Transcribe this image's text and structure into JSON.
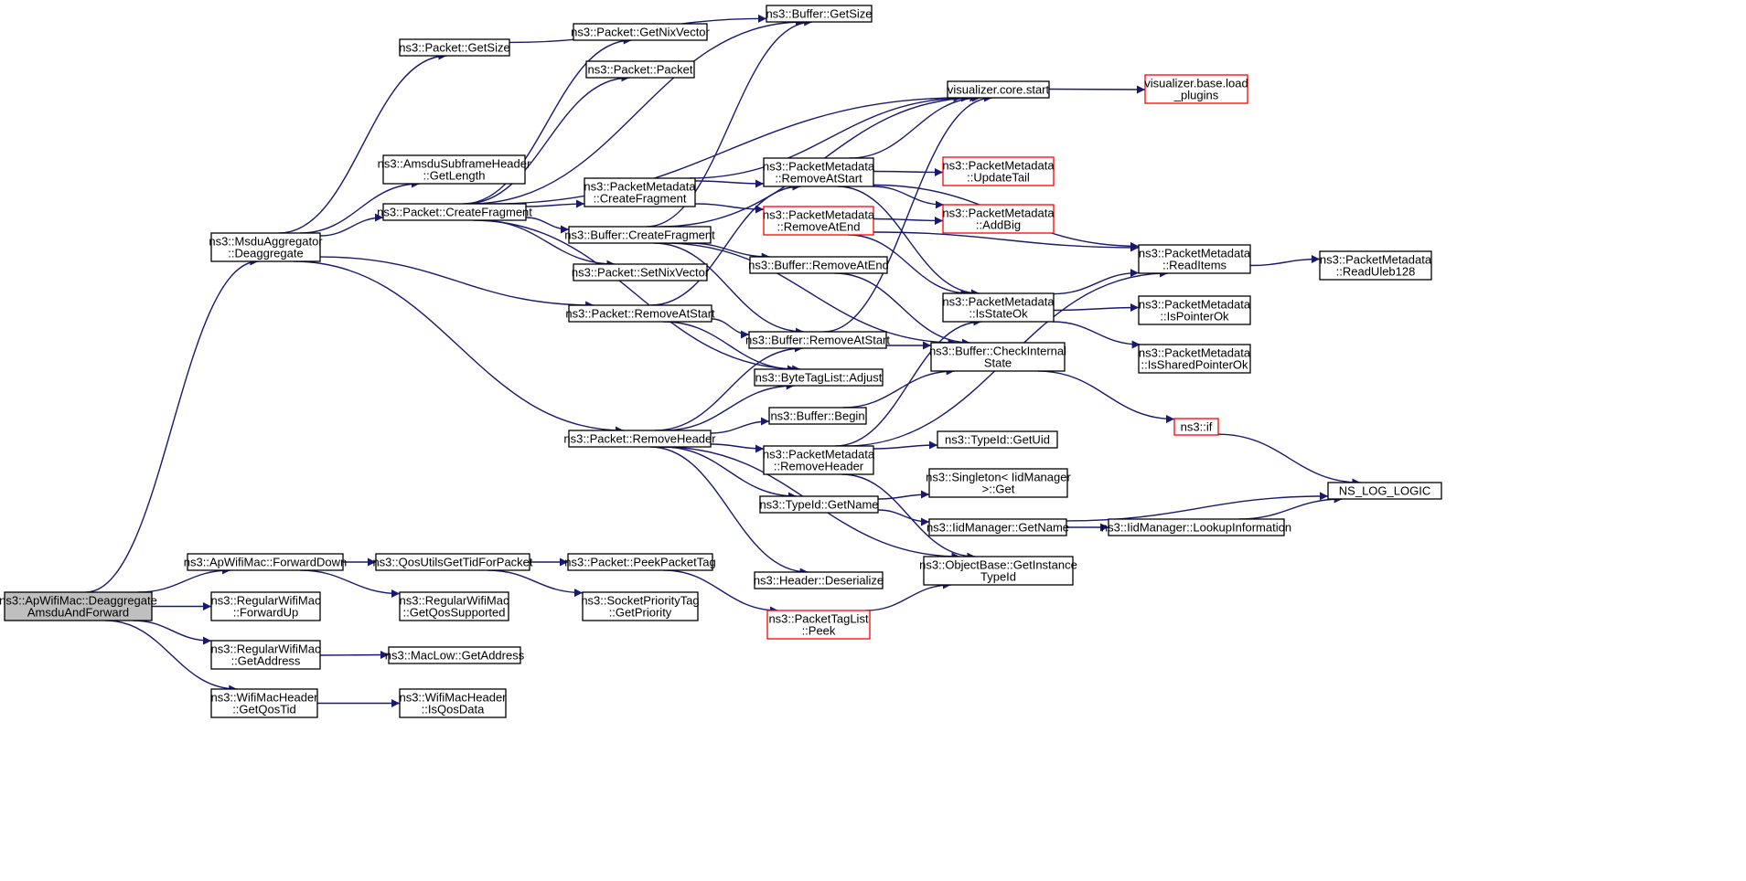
{
  "colors": {
    "edge": "#191970",
    "node_border": "#000000",
    "truncated_border": "#ff0000",
    "root_fill": "#bfbfbf"
  },
  "nodes": {
    "apwifi_deagg": {
      "lines": [
        "ns3::ApWifiMac::Deaggregate",
        "AmsduAndForward"
      ]
    },
    "msdu_deagg": {
      "lines": [
        "ns3::MsduAggregator",
        "::Deaggregate"
      ]
    },
    "forward_down": {
      "lines": [
        "ns3::ApWifiMac::ForwardDown"
      ]
    },
    "forward_up": {
      "lines": [
        "ns3::RegularWifiMac",
        "::ForwardUp"
      ]
    },
    "reg_get_address": {
      "lines": [
        "ns3::RegularWifiMac",
        "::GetAddress"
      ]
    },
    "get_qos_tid": {
      "lines": [
        "ns3::WifiMacHeader",
        "::GetQosTid"
      ]
    },
    "packet_get_size": {
      "lines": [
        "ns3::Packet::GetSize"
      ]
    },
    "amsdu_get_length": {
      "lines": [
        "ns3::AmsduSubframeHeader",
        "::GetLength"
      ]
    },
    "packet_create_fragment": {
      "lines": [
        "ns3::Packet::CreateFragment"
      ]
    },
    "qos_utils": {
      "lines": [
        "ns3::QosUtilsGetTidForPacket"
      ]
    },
    "get_qos_supported": {
      "lines": [
        "ns3::RegularWifiMac",
        "::GetQosSupported"
      ]
    },
    "maclow_get_address": {
      "lines": [
        "ns3::MacLow::GetAddress"
      ]
    },
    "is_qos_data": {
      "lines": [
        "ns3::WifiMacHeader",
        "::IsQosData"
      ]
    },
    "get_nix_vector": {
      "lines": [
        "ns3::Packet::GetNixVector"
      ]
    },
    "packet_packet": {
      "lines": [
        "ns3::Packet::Packet"
      ]
    },
    "pm_create_fragment": {
      "lines": [
        "ns3::PacketMetadata",
        "::CreateFragment"
      ]
    },
    "buffer_create_fragment": {
      "lines": [
        "ns3::Buffer::CreateFragment"
      ]
    },
    "set_nix_vector": {
      "lines": [
        "ns3::Packet::SetNixVector"
      ]
    },
    "packet_remove_at_start": {
      "lines": [
        "ns3::Packet::RemoveAtStart"
      ]
    },
    "packet_remove_header": {
      "lines": [
        "ns3::Packet::RemoveHeader"
      ]
    },
    "peek_packet_tag": {
      "lines": [
        "ns3::Packet::PeekPacketTag"
      ]
    },
    "socket_priority": {
      "lines": [
        "ns3::SocketPriorityTag",
        "::GetPriority"
      ]
    },
    "buffer_get_size": {
      "lines": [
        "ns3::Buffer::GetSize"
      ]
    },
    "pm_remove_at_start": {
      "lines": [
        "ns3::PacketMetadata",
        "::RemoveAtStart"
      ]
    },
    "pm_remove_at_end": {
      "lines": [
        "ns3::PacketMetadata",
        "::RemoveAtEnd"
      ]
    },
    "buffer_remove_at_end": {
      "lines": [
        "ns3::Buffer::RemoveAtEnd"
      ]
    },
    "buffer_remove_at_start": {
      "lines": [
        "ns3::Buffer::RemoveAtStart"
      ]
    },
    "bytetaglist_adjust": {
      "lines": [
        "ns3::ByteTagList::Adjust"
      ]
    },
    "buffer_begin": {
      "lines": [
        "ns3::Buffer::Begin"
      ]
    },
    "pm_remove_header": {
      "lines": [
        "ns3::PacketMetadata",
        "::RemoveHeader"
      ]
    },
    "typeid_get_name": {
      "lines": [
        "ns3::TypeId::GetName"
      ]
    },
    "header_deserialize": {
      "lines": [
        "ns3::Header::Deserialize"
      ]
    },
    "packettaglist_peek": {
      "lines": [
        "ns3::PacketTagList",
        "::Peek"
      ]
    },
    "vis_core_start": {
      "lines": [
        "visualizer.core.start"
      ]
    },
    "pm_is_state_ok": {
      "lines": [
        "ns3::PacketMetadata",
        "::IsStateOk"
      ]
    },
    "buffer_check_internal": {
      "lines": [
        "ns3::Buffer::CheckInternal",
        "State"
      ]
    },
    "typeid_get_uid": {
      "lines": [
        "ns3::TypeId::GetUid"
      ]
    },
    "singleton_get": {
      "lines": [
        "ns3::Singleton< IidManager",
        " >::Get"
      ]
    },
    "iid_get_name": {
      "lines": [
        "ns3::IidManager::GetName"
      ]
    },
    "objectbase_get_instance": {
      "lines": [
        "ns3::ObjectBase::GetInstance",
        "TypeId"
      ]
    },
    "vis_base_load": {
      "lines": [
        "visualizer.base.load",
        "_plugins"
      ]
    },
    "pm_update_tail": {
      "lines": [
        "ns3::PacketMetadata",
        "::UpdateTail"
      ]
    },
    "pm_add_big": {
      "lines": [
        "ns3::PacketMetadata",
        "::AddBig"
      ]
    },
    "pm_read_items": {
      "lines": [
        "ns3::PacketMetadata",
        "::ReadItems"
      ]
    },
    "pm_is_pointer_ok": {
      "lines": [
        "ns3::PacketMetadata",
        "::IsPointerOk"
      ]
    },
    "pm_is_shared_pointer_ok": {
      "lines": [
        "ns3::PacketMetadata",
        "::IsSharedPointerOk"
      ]
    },
    "ns3_if": {
      "lines": [
        "ns3::if"
      ]
    },
    "iid_lookup": {
      "lines": [
        "ns3::IidManager::LookupInformation"
      ]
    },
    "pm_read_uleb": {
      "lines": [
        "ns3::PacketMetadata",
        "::ReadUleb128"
      ]
    },
    "ns_log_logic": {
      "lines": [
        "NS_LOG_LOGIC"
      ]
    }
  },
  "edges": [
    [
      "apwifi_deagg",
      "msdu_deagg"
    ],
    [
      "apwifi_deagg",
      "forward_down"
    ],
    [
      "apwifi_deagg",
      "forward_up"
    ],
    [
      "apwifi_deagg",
      "reg_get_address"
    ],
    [
      "apwifi_deagg",
      "get_qos_tid"
    ],
    [
      "msdu_deagg",
      "packet_get_size"
    ],
    [
      "msdu_deagg",
      "amsdu_get_length"
    ],
    [
      "msdu_deagg",
      "packet_create_fragment"
    ],
    [
      "msdu_deagg",
      "packet_remove_at_start"
    ],
    [
      "msdu_deagg",
      "packet_remove_header"
    ],
    [
      "forward_down",
      "qos_utils"
    ],
    [
      "forward_down",
      "get_qos_supported"
    ],
    [
      "reg_get_address",
      "maclow_get_address"
    ],
    [
      "get_qos_tid",
      "is_qos_data"
    ],
    [
      "packet_get_size",
      "buffer_get_size"
    ],
    [
      "packet_create_fragment",
      "get_nix_vector"
    ],
    [
      "packet_create_fragment",
      "packet_packet"
    ],
    [
      "packet_create_fragment",
      "pm_create_fragment"
    ],
    [
      "packet_create_fragment",
      "buffer_create_fragment"
    ],
    [
      "packet_create_fragment",
      "set_nix_vector"
    ],
    [
      "packet_create_fragment",
      "bytetaglist_adjust"
    ],
    [
      "packet_create_fragment",
      "buffer_get_size"
    ],
    [
      "packet_create_fragment",
      "vis_core_start"
    ],
    [
      "qos_utils",
      "peek_packet_tag"
    ],
    [
      "qos_utils",
      "socket_priority"
    ],
    [
      "pm_create_fragment",
      "pm_remove_at_start"
    ],
    [
      "pm_create_fragment",
      "pm_remove_at_end"
    ],
    [
      "pm_create_fragment",
      "vis_core_start"
    ],
    [
      "buffer_create_fragment",
      "buffer_get_size"
    ],
    [
      "buffer_create_fragment",
      "vis_core_start"
    ],
    [
      "buffer_create_fragment",
      "buffer_remove_at_end"
    ],
    [
      "buffer_create_fragment",
      "buffer_remove_at_start"
    ],
    [
      "buffer_create_fragment",
      "buffer_check_internal"
    ],
    [
      "packet_remove_at_start",
      "pm_remove_at_start"
    ],
    [
      "packet_remove_at_start",
      "buffer_remove_at_start"
    ],
    [
      "packet_remove_at_start",
      "bytetaglist_adjust"
    ],
    [
      "packet_remove_header",
      "buffer_remove_at_start"
    ],
    [
      "packet_remove_header",
      "bytetaglist_adjust"
    ],
    [
      "packet_remove_header",
      "buffer_begin"
    ],
    [
      "packet_remove_header",
      "pm_remove_header"
    ],
    [
      "packet_remove_header",
      "typeid_get_name"
    ],
    [
      "packet_remove_header",
      "header_deserialize"
    ],
    [
      "packet_remove_header",
      "objectbase_get_instance"
    ],
    [
      "peek_packet_tag",
      "packettaglist_peek"
    ],
    [
      "pm_remove_at_start",
      "vis_core_start"
    ],
    [
      "pm_remove_at_start",
      "pm_update_tail"
    ],
    [
      "pm_remove_at_start",
      "pm_add_big"
    ],
    [
      "pm_remove_at_start",
      "pm_read_items"
    ],
    [
      "pm_remove_at_start",
      "pm_is_state_ok"
    ],
    [
      "pm_remove_at_end",
      "pm_add_big"
    ],
    [
      "pm_remove_at_end",
      "pm_read_items"
    ],
    [
      "pm_remove_at_end",
      "pm_is_state_ok"
    ],
    [
      "buffer_remove_at_end",
      "buffer_check_internal"
    ],
    [
      "buffer_remove_at_start",
      "vis_core_start"
    ],
    [
      "buffer_remove_at_start",
      "buffer_check_internal"
    ],
    [
      "buffer_begin",
      "buffer_check_internal"
    ],
    [
      "pm_remove_header",
      "pm_is_state_ok"
    ],
    [
      "pm_remove_header",
      "pm_read_items"
    ],
    [
      "pm_remove_header",
      "typeid_get_uid"
    ],
    [
      "pm_remove_header",
      "objectbase_get_instance"
    ],
    [
      "typeid_get_name",
      "singleton_get"
    ],
    [
      "typeid_get_name",
      "iid_get_name"
    ],
    [
      "packettaglist_peek",
      "objectbase_get_instance"
    ],
    [
      "vis_core_start",
      "vis_base_load"
    ],
    [
      "pm_is_state_ok",
      "pm_read_items"
    ],
    [
      "pm_is_state_ok",
      "pm_is_pointer_ok"
    ],
    [
      "pm_is_state_ok",
      "pm_is_shared_pointer_ok"
    ],
    [
      "buffer_check_internal",
      "ns3_if"
    ],
    [
      "iid_get_name",
      "iid_lookup"
    ],
    [
      "iid_get_name",
      "ns_log_logic"
    ],
    [
      "pm_read_items",
      "pm_read_uleb"
    ],
    [
      "ns3_if",
      "ns_log_logic"
    ],
    [
      "iid_lookup",
      "ns_log_logic"
    ]
  ]
}
